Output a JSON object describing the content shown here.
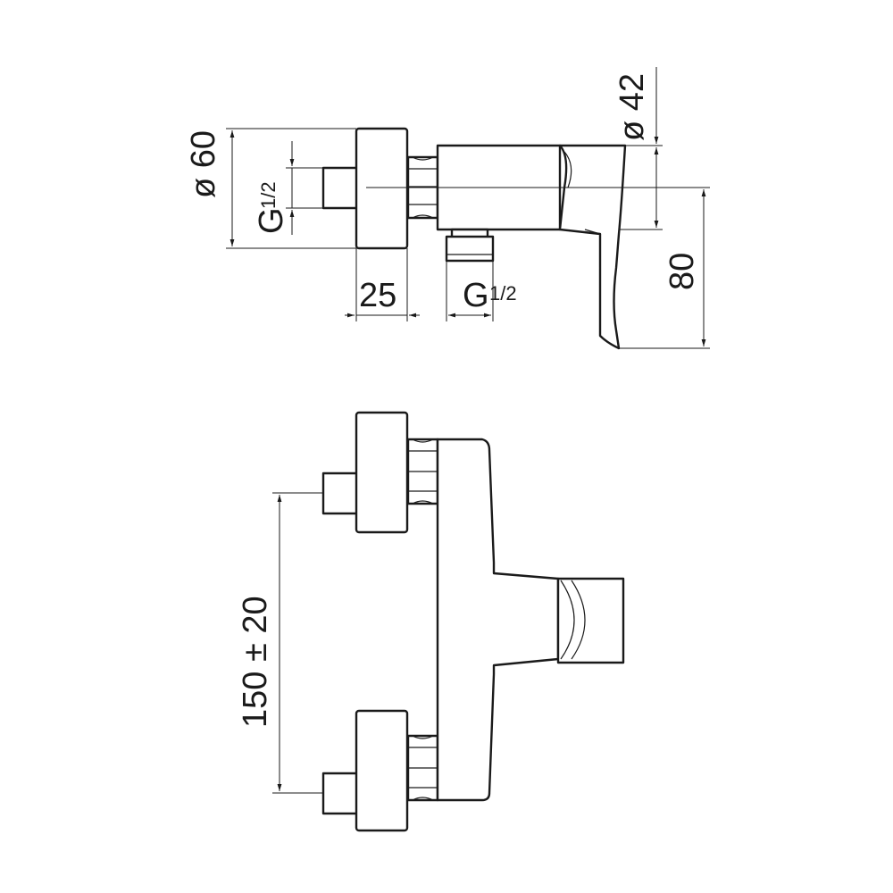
{
  "dimensions": {
    "flange_diameter": "ø 60",
    "lever_diameter": "ø 42",
    "inlet_thread": "G",
    "inlet_thread_fraction": "1/2",
    "outlet_thread": "G",
    "outlet_thread_fraction": "1/2",
    "flange_depth": "25",
    "height": "80",
    "center_distance": "150 ± 20"
  },
  "colors": {
    "line": "#1a1a1a",
    "background": "#ffffff"
  }
}
